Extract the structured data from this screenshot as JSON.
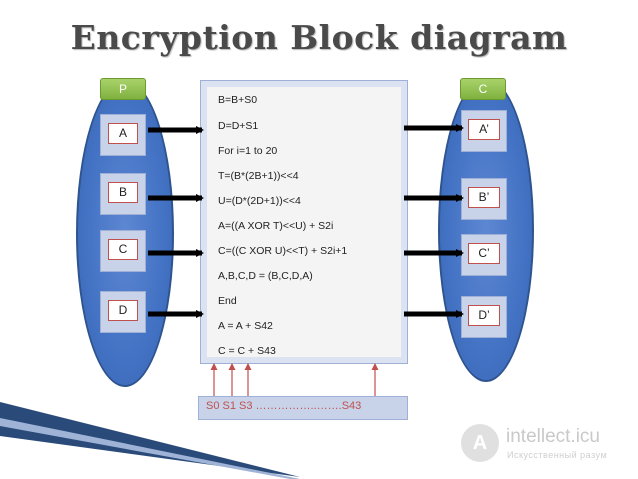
{
  "title": "Encryption Block diagram",
  "left_group": {
    "label": "P",
    "items": [
      "A",
      "B",
      "C",
      "D"
    ]
  },
  "right_group": {
    "label": "C",
    "items": [
      "A’",
      "B’",
      "C’",
      "D’"
    ]
  },
  "steps": [
    "B=B+S0",
    "D=D+S1",
    "For i=1 to 20",
    "T=(B*(2B+1))<<4",
    "U=(D*(2D+1))<<4",
    "A=((A XOR T)<<U) + S2i",
    "C=((C XOR U)<<T) + S2i+1",
    "A,B,C,D = (B,C,D,A)",
    "End",
    "A = A + S42",
    "C = C + S43"
  ],
  "keys_bar": "S0  S1  S3  ……………..…….S43",
  "watermark": {
    "logo": "A",
    "main": "intellect.icu",
    "sub": "Искусственный разум"
  },
  "colors": {
    "ellipse": "#4372c4",
    "label_tag": "#8cc152",
    "box_border": "#c0504d",
    "arrow": "#000000",
    "key_arrow": "#c0504d"
  }
}
